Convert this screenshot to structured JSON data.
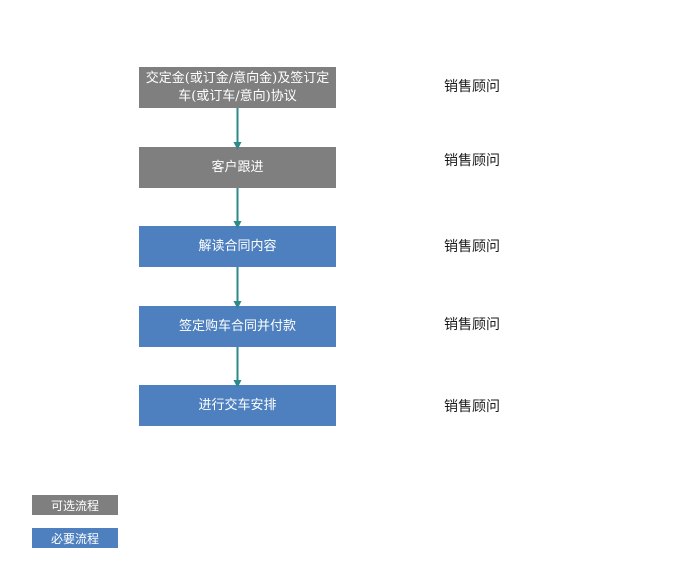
{
  "colors": {
    "optional": "#7f7f7f",
    "required": "#4e80bf",
    "arrow": "#2e8a8a"
  },
  "steps": [
    {
      "label": "交定金(或订金/意向金)及签订定车(或订车/意向)协议",
      "role": "销售顾问",
      "kind": "optional"
    },
    {
      "label": "客户跟进",
      "role": "销售顾问",
      "kind": "optional"
    },
    {
      "label": "解读合同内容",
      "role": "销售顾问",
      "kind": "required"
    },
    {
      "label": "签定购车合同并付款",
      "role": "销售顾问",
      "kind": "required"
    },
    {
      "label": "进行交车安排",
      "role": "销售顾问",
      "kind": "required"
    }
  ],
  "legend": {
    "optional_label": "可选流程",
    "required_label": "必要流程"
  }
}
